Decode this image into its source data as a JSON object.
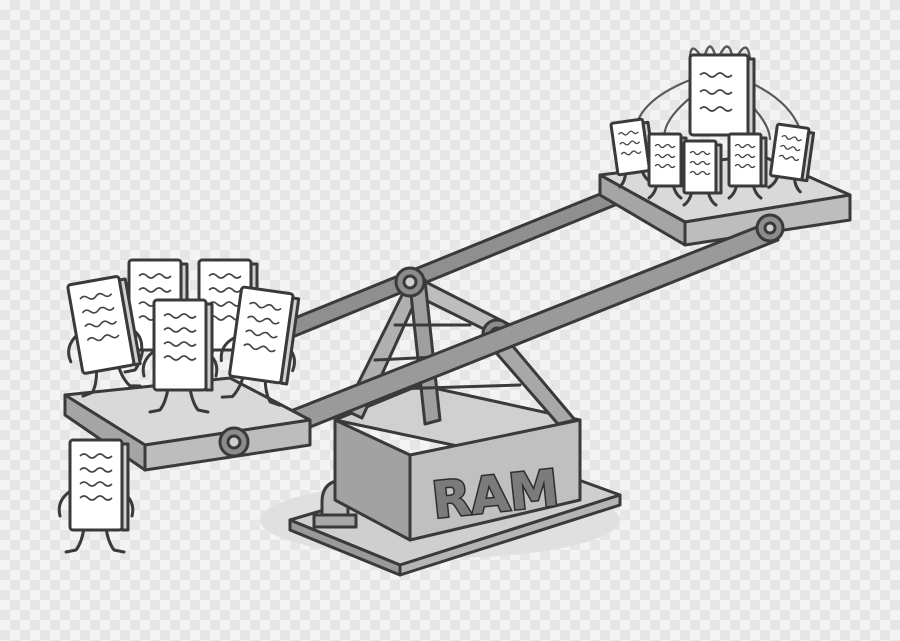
{
  "illustration": {
    "machine_label": "RAM",
    "colors": {
      "background": "#f3f3f3",
      "outline": "#3a3a3a",
      "metal_light": "#d9d9d9",
      "metal_mid": "#bdbdbd",
      "metal_dark": "#9a9a9a",
      "paper": "#ffffff"
    },
    "icons": [
      "seesaw",
      "document-character",
      "ram-box",
      "pipe"
    ]
  }
}
